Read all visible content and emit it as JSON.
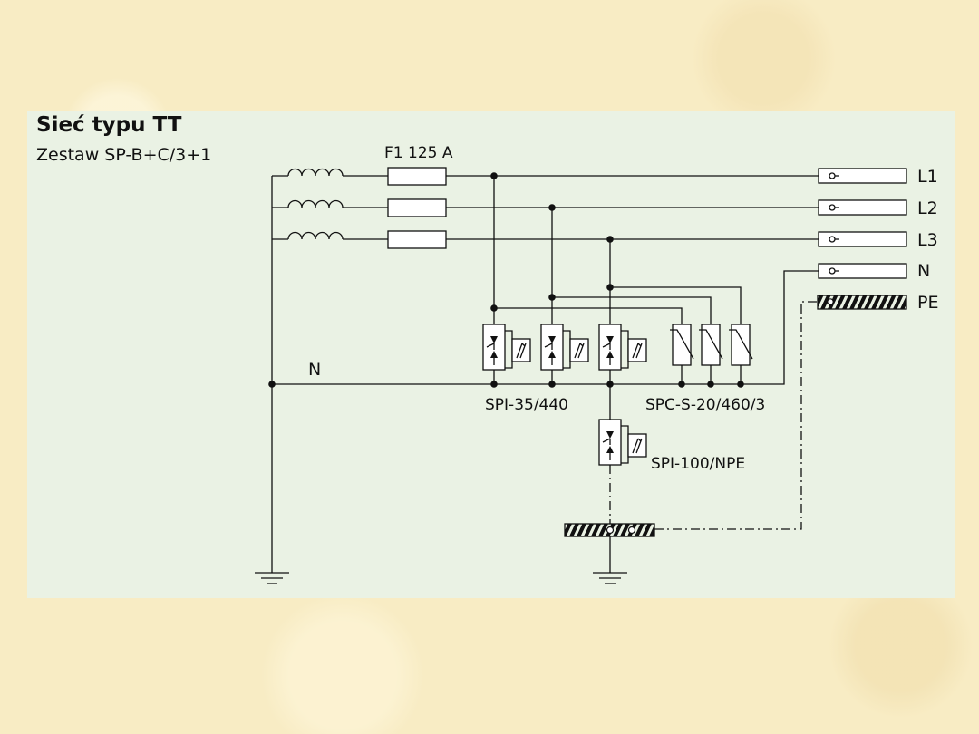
{
  "diagram": {
    "title": "Sieć typu TT",
    "subtitle": "Zestaw SP-B+C/3+1",
    "fuse_label": "F1 125 A",
    "terminals": {
      "l1": "L1",
      "l2": "L2",
      "l3": "L3",
      "n": "N",
      "pe": "PE"
    },
    "neutral_label": "N",
    "devices": {
      "spi_phase": "SPI-35/440",
      "spc": "SPC-S-20/460/3",
      "spi_npe": "SPI-100/NPE"
    }
  }
}
